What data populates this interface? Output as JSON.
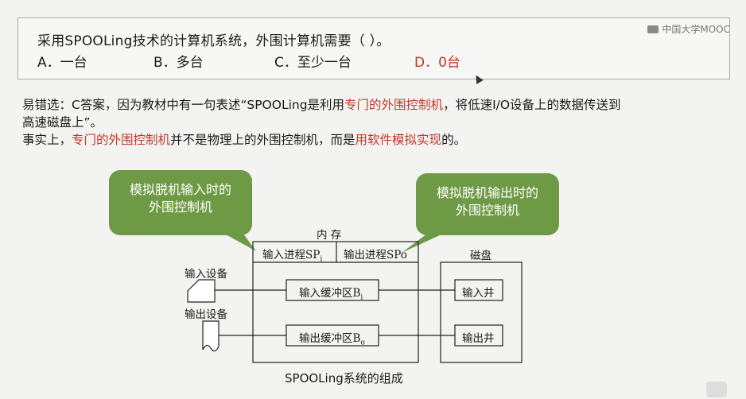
{
  "question": {
    "text": "采用SPOOLing技术的计算机系统，外围计算机需要（      ）。",
    "options": [
      "A．一台",
      "B．多台",
      "C．至少一台",
      "D．0台"
    ],
    "answer_color": "#c8321e"
  },
  "logo": {
    "text": "中国大学MOOC"
  },
  "explanation": {
    "line1_a": "易错选：C答案，因为教材中有一句表述“SPOOLing是利用",
    "line1_hl": "专门的外围控制机",
    "line1_b": "，将低速I/O设备上的数据传送到",
    "line2": "高速磁盘上”。",
    "line3_a": "事实上，",
    "line3_hl1": "专门的外围控制机",
    "line3_b": "并不是物理上的外围控制机，而是",
    "line3_hl2": "用软件模拟实现",
    "line3_c": "的。",
    "highlight_color": "#c0392b"
  },
  "bubbles": {
    "left": [
      "模拟脱机输入时的",
      "外围控制机"
    ],
    "right": [
      "模拟脱机输出时的",
      "外围控制机"
    ],
    "color": "#6f9a45"
  },
  "diagram": {
    "memory_label": "内  存",
    "input_process": "输入进程SP",
    "input_process_sub": "i",
    "output_process": "输出进程SPo",
    "disk_label": "磁盘",
    "input_device": "输入设备",
    "output_device": "输出设备",
    "input_buffer": "输入缓冲区B",
    "input_buffer_sub": "i",
    "output_buffer": "输出缓冲区B",
    "output_buffer_sub": "o",
    "input_well": "输入井",
    "output_well": "输出井",
    "caption": "SPOOLing系统的组成"
  }
}
